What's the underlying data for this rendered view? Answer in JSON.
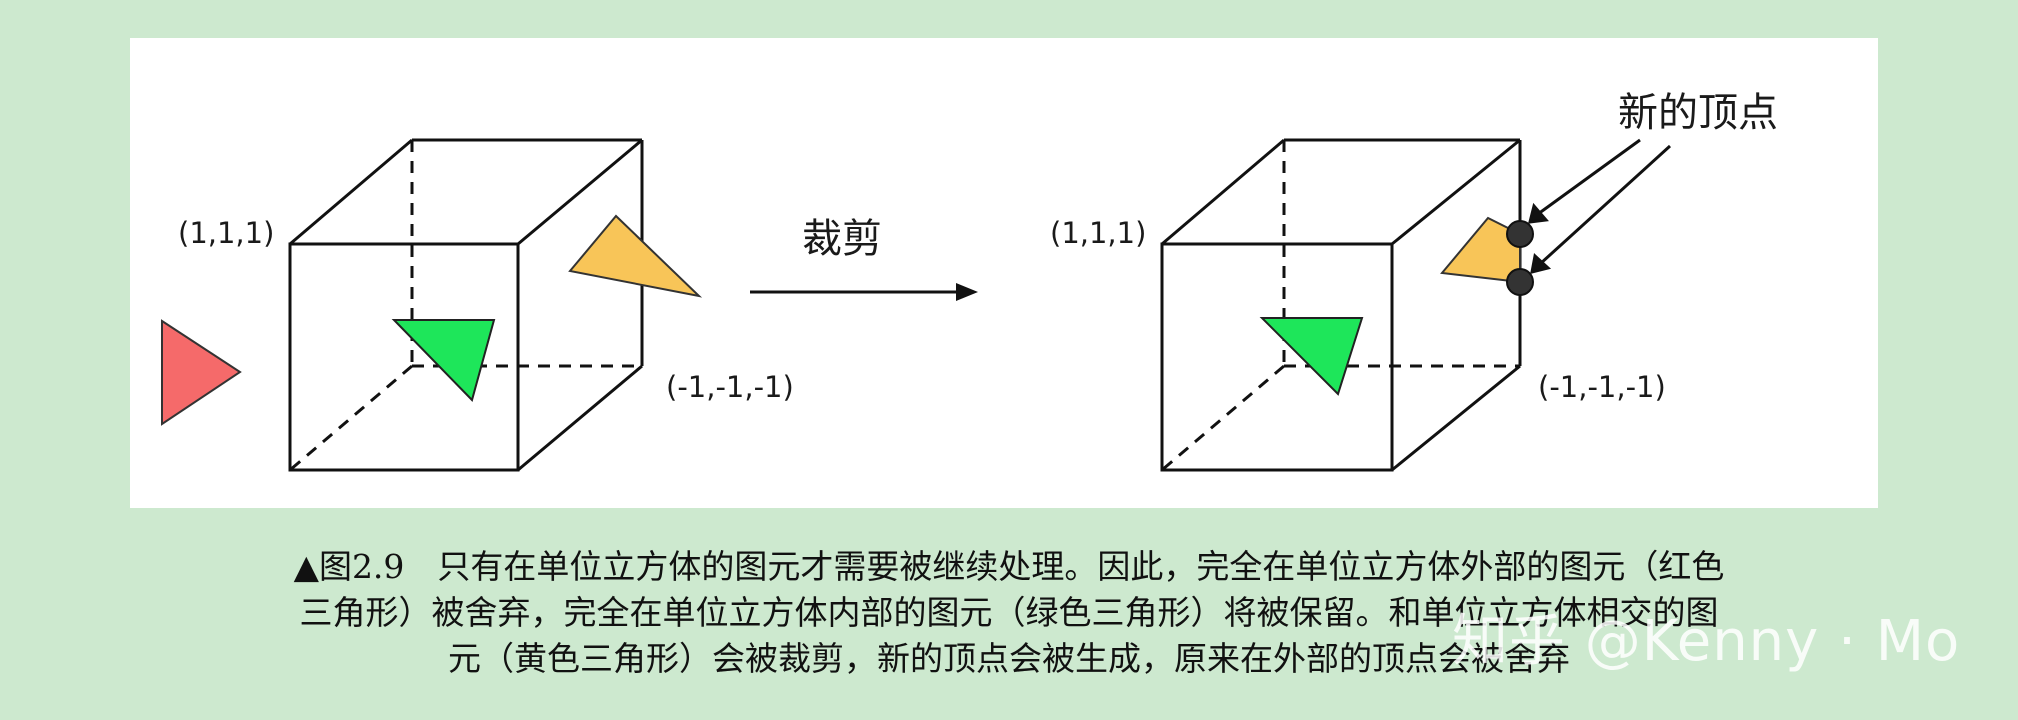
{
  "diagram": {
    "left": {
      "corner_near_label": "(1,1,1)",
      "corner_far_label": "(-1,-1,-1)"
    },
    "arrow_label": "裁剪",
    "right": {
      "corner_near_label": "(1,1,1)",
      "corner_far_label": "(-1,-1,-1)",
      "new_vertices_label": "新的顶点"
    },
    "colors": {
      "red_triangle": "#f56a6a",
      "green_triangle": "#1ee65a",
      "yellow_triangle": "#f8c558",
      "vertex_dot": "#333333",
      "panel": "#ffffff",
      "background": "#cde9cf"
    }
  },
  "caption": {
    "line1": "▲图2.9　只有在单位立方体的图元才需要被继续处理。因此，完全在单位立方体外部的图元（红色",
    "line2": "三角形）被舍弃，完全在单位立方体内部的图元（绿色三角形）将被保留。和单位立方体相交的图",
    "line3": "元（黄色三角形）会被裁剪，新的顶点会被生成，原来在外部的顶点会被舍弃"
  },
  "watermark": "知乎 @Kenny · Mo"
}
